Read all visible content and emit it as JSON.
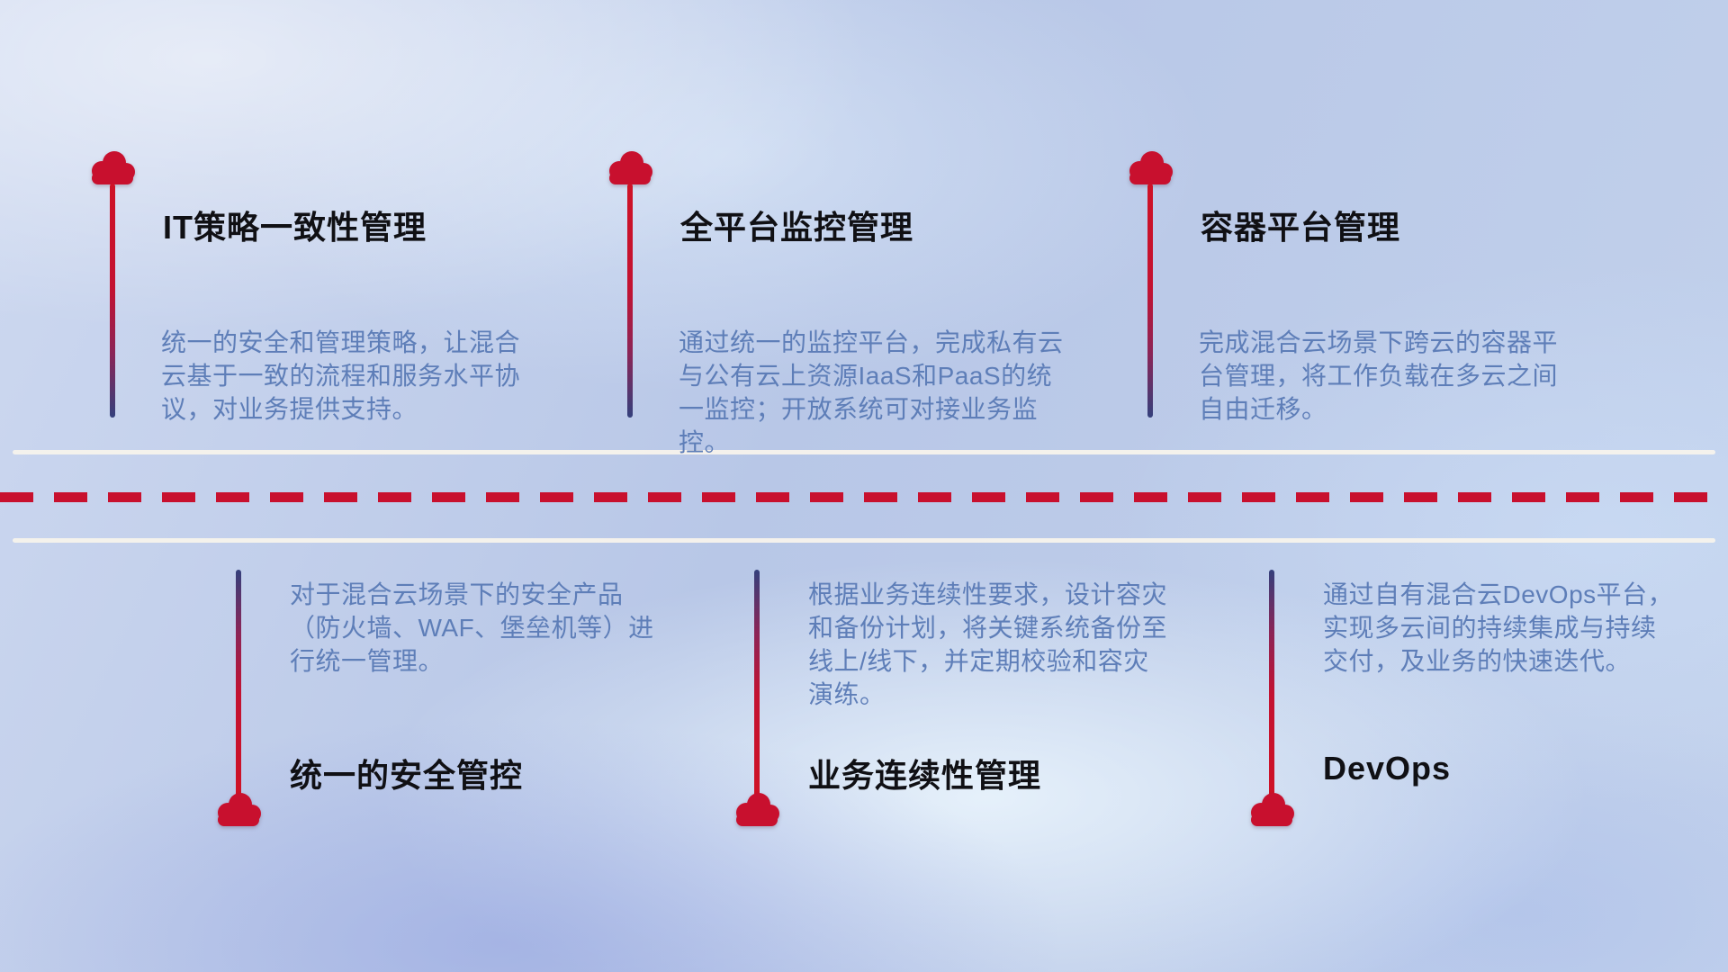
{
  "theme": {
    "accent_red": "#c8102e",
    "stem_navy": "#34407c",
    "title_color": "#101014",
    "desc_color": "#5e7eb8",
    "road_line_color": "#f7f3ec"
  },
  "items_top": [
    {
      "icon": "cloud",
      "title": "IT策略一致性管理",
      "description": "统一的安全和管理策略，让混合\n云基于一致的流程和服务水平协\n议，对业务提供支持。"
    },
    {
      "icon": "cloud",
      "title": "全平台监控管理",
      "description": "通过统一的监控平台，完成私有云\n与公有云上资源IaaS和PaaS的统\n一监控；开放系统可对接业务监控。"
    },
    {
      "icon": "cloud",
      "title": "容器平台管理",
      "description": "完成混合云场景下跨云的容器平\n台管理，将工作负载在多云之间\n自由迁移。"
    }
  ],
  "items_bottom": [
    {
      "icon": "cloud",
      "title": "统一的安全管控",
      "description": "对于混合云场景下的安全产品\n（防火墙、WAF、堡垒机等）进\n行统一管理。"
    },
    {
      "icon": "cloud",
      "title": "业务连续性管理",
      "description": "根据业务连续性要求，设计容灾\n和备份计划，将关键系统备份至\n线上/线下，并定期校验和容灾\n演练。"
    },
    {
      "icon": "cloud",
      "title": "DevOps",
      "description": "通过自有混合云DevOps平台，\n实现多云间的持续集成与持续\n交付，及业务的快速迭代。"
    }
  ]
}
